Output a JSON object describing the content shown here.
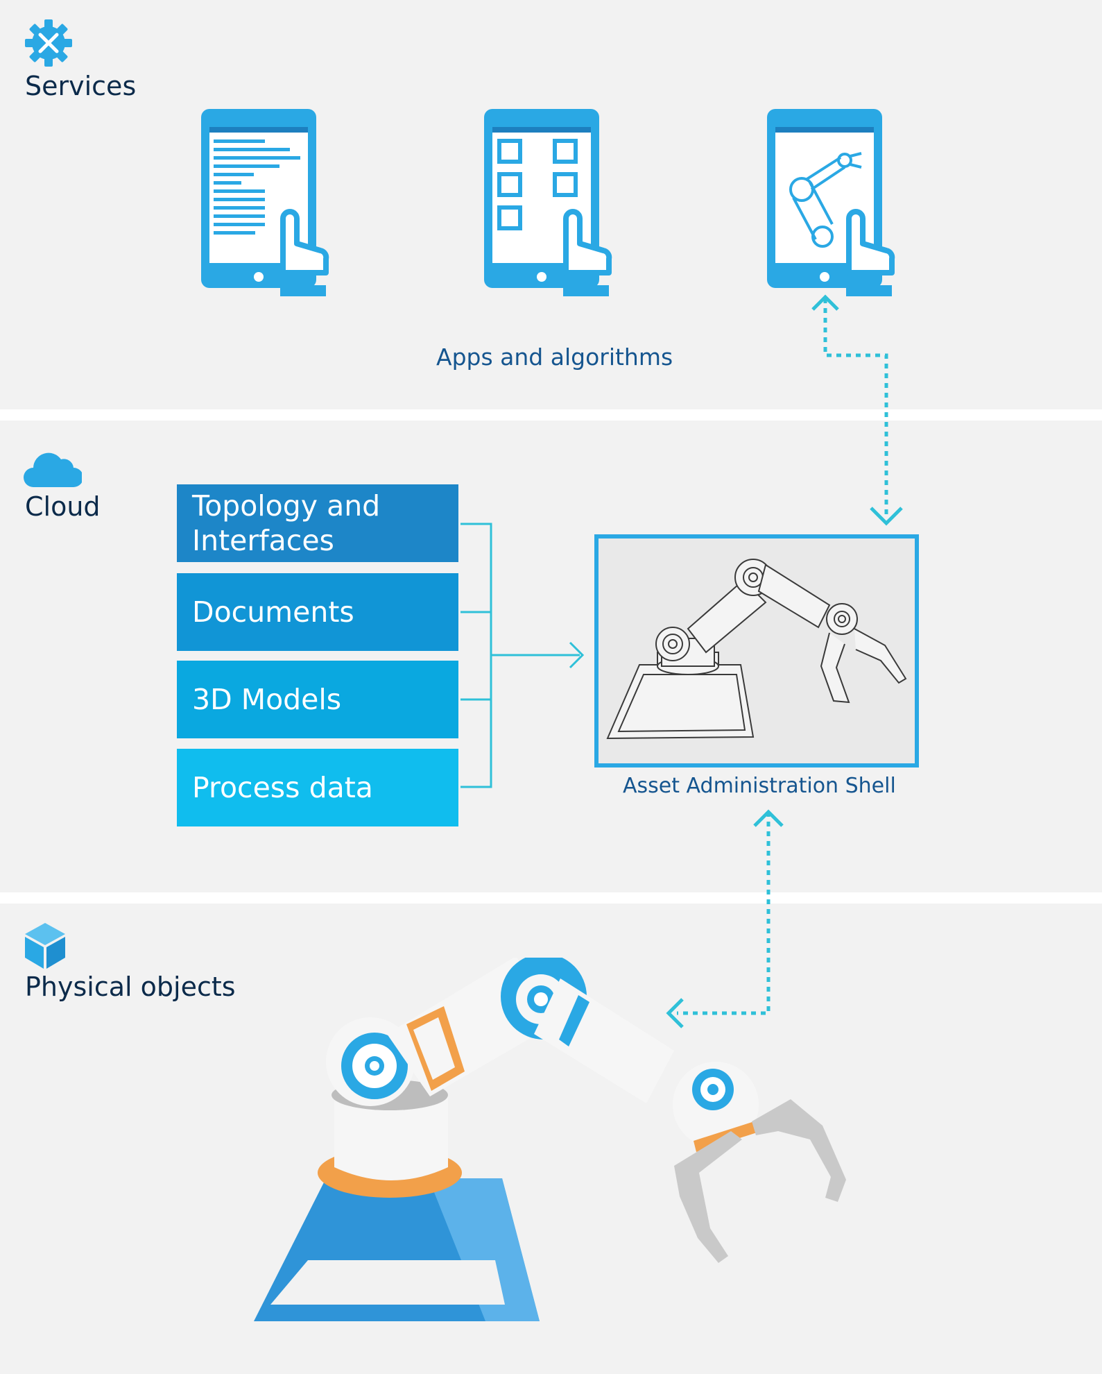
{
  "layers": {
    "services": {
      "title": "Services",
      "icon": "gear-tools-icon"
    },
    "cloud": {
      "title": "Cloud",
      "icon": "cloud-icon"
    },
    "physical": {
      "title": "Physical objects",
      "icon": "cube-icon"
    }
  },
  "apps_caption": "Apps and algorithms",
  "apps_icons": [
    "tablet-document-icon",
    "tablet-apps-icon",
    "tablet-robot-icon"
  ],
  "data_boxes": [
    {
      "label": "Topology and\nInterfaces",
      "color": "#1d86c8"
    },
    {
      "label": "Documents",
      "color": "#1195d6"
    },
    {
      "label": "3D Models",
      "color": "#0aa8e0"
    },
    {
      "label": "Process data",
      "color": "#10bdee"
    }
  ],
  "asset_shell": {
    "caption": "Asset Administration Shell",
    "image": "robot-arm-drawing"
  },
  "physical_object": {
    "image": "robot-arm-3d"
  },
  "colors": {
    "band_bg": "#f2f2f2",
    "accent_blue": "#2aa8e4",
    "arrow_teal": "#2fc0d8",
    "title_navy": "#0b2a4a",
    "caption_blue": "#15558f",
    "orange": "#f2a04a"
  }
}
